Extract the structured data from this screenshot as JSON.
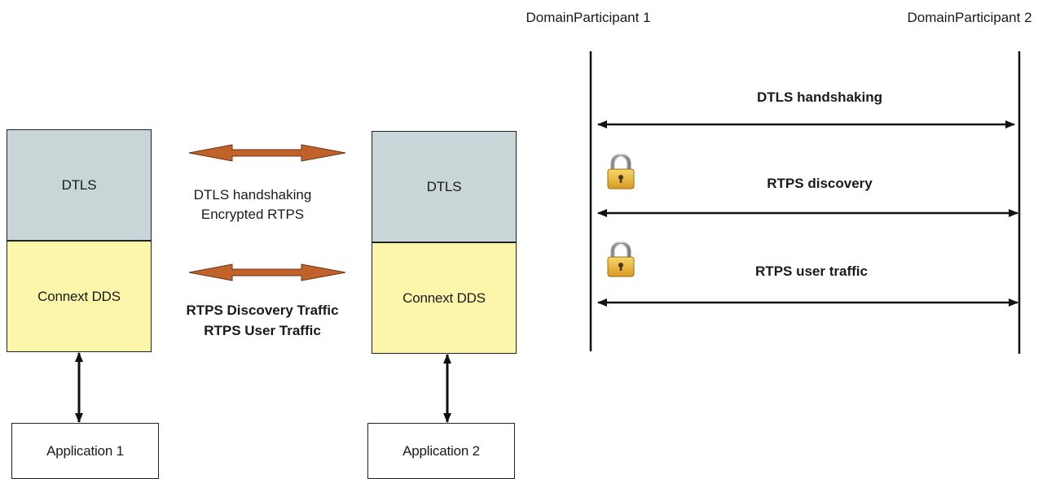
{
  "left_stack": {
    "dtls_left": "DTLS",
    "dtls_right": "DTLS",
    "dds_left": "Connext DDS",
    "dds_right": "Connext DDS",
    "app_left": "Application 1",
    "app_right": "Application 2",
    "middle_top_line1": "DTLS handshaking",
    "middle_top_line2": "Encrypted RTPS",
    "middle_bottom_line1": "RTPS Discovery Traffic",
    "middle_bottom_line2": "RTPS User Traffic"
  },
  "sequence": {
    "participant1": "DomainParticipant 1",
    "participant2": "DomainParticipant 2",
    "messages": [
      {
        "label": "DTLS handshaking",
        "locked": false
      },
      {
        "label": "RTPS discovery",
        "locked": true
      },
      {
        "label": "RTPS user traffic",
        "locked": true
      }
    ]
  },
  "colors": {
    "dtls_fill": "#c8d6d8",
    "dds_fill": "#fbf6a9",
    "orange_arrow": "#c0622a",
    "lock_gold": "#e8b23a"
  },
  "icons": [
    "double-arrow-icon",
    "lock-icon"
  ]
}
